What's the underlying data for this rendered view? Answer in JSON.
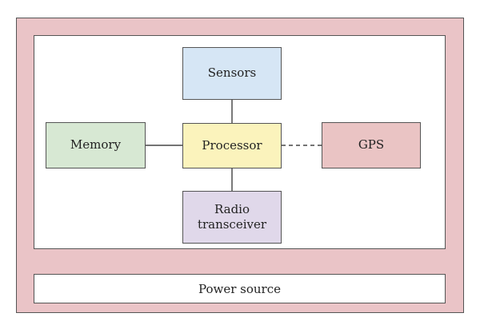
{
  "colors": {
    "frame": "#eac4c7",
    "sensors": "#d6e6f5",
    "memory": "#d7e8d3",
    "processor": "#fbf3bc",
    "gps": "#eac4c4",
    "radio": "#e0d8ea"
  },
  "blocks": {
    "sensors": "Sensors",
    "memory": "Memory",
    "processor": "Processor",
    "gps": "GPS",
    "radio": "Radio\ntransceiver"
  },
  "power_source": "Power source",
  "links": [
    {
      "from": "processor",
      "to": "sensors",
      "style": "solid"
    },
    {
      "from": "processor",
      "to": "memory",
      "style": "solid"
    },
    {
      "from": "processor",
      "to": "radio",
      "style": "solid"
    },
    {
      "from": "processor",
      "to": "gps",
      "style": "dashed"
    }
  ]
}
